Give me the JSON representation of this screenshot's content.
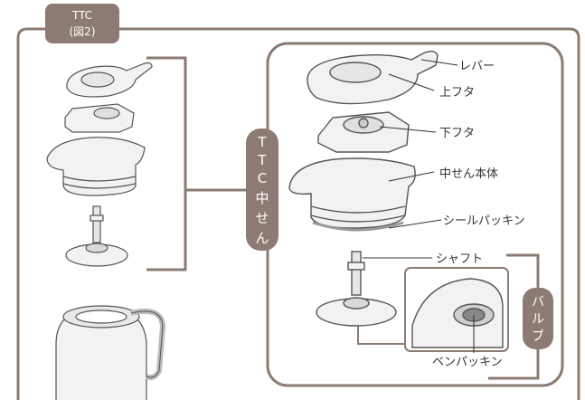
{
  "tag": {
    "line1": "TTC",
    "line2": "(図2)"
  },
  "vertical_labels": {
    "ttc": [
      "T",
      "T",
      "C",
      "中",
      "せ",
      "ん"
    ],
    "valve": [
      "バ",
      "ル",
      "ブ"
    ]
  },
  "callouts": {
    "lever": "レバー",
    "upper_lid": "上フタ",
    "lower_lid": "下フタ",
    "stopper_body": "中せん本体",
    "seal_packing": "シールパッキン",
    "shaft": "シャフト",
    "valve_packing": "ベンパッキン"
  },
  "colors": {
    "frame": "#8c7b72",
    "tag_fill": "#8c7b72",
    "part_fill": "#f2f2f2",
    "part_shade": "#d9d9d9",
    "part_stroke": "#555555"
  }
}
